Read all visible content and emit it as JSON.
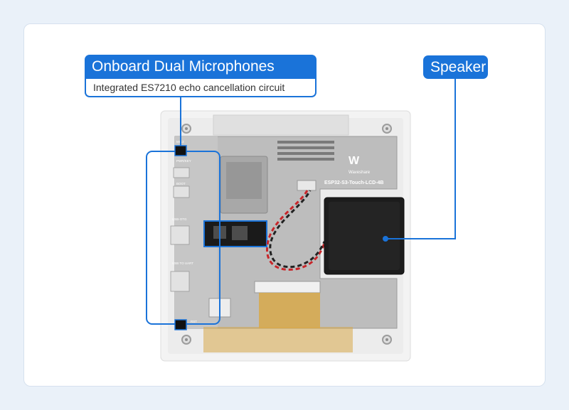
{
  "callouts": {
    "microphones": {
      "title": "Onboard Dual Microphones",
      "subtitle": "Integrated ES7210 echo cancellation circuit"
    },
    "speaker": {
      "title": "Speaker"
    }
  },
  "board": {
    "brand": "Waveshare",
    "model": "ESP32-S3-Touch-LCD-4B",
    "silkscreen": [
      "MIC2",
      "PWR/KEY",
      "BOOT",
      "USB-OTG",
      "USB TO UART",
      "MIC1",
      "RST"
    ]
  },
  "colors": {
    "accent": "#1a73d9",
    "frame": "#f2f2f2",
    "pcb": "#b9b9b9",
    "speaker": "#1c1c1c",
    "flex_cable": "#d8a94a"
  }
}
